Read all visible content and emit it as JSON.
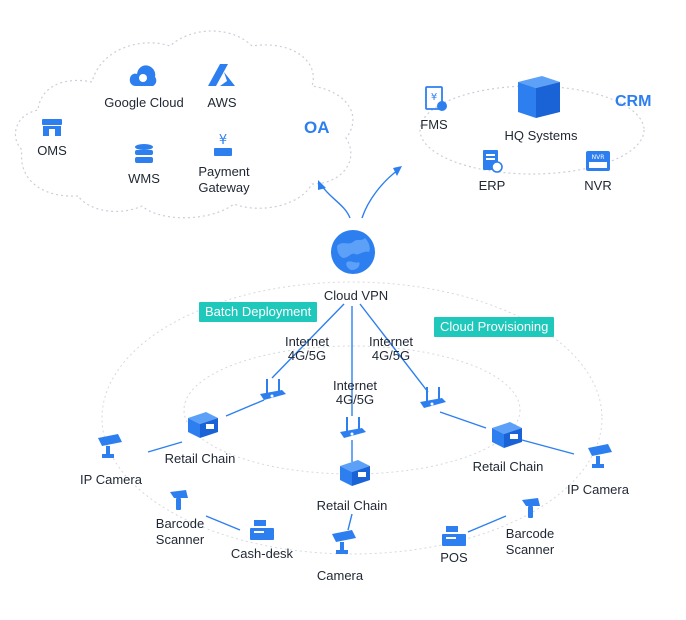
{
  "colors": {
    "accent": "#2d7ff0",
    "teal": "#1ec8bb",
    "dashed": "#c9cfd8",
    "ink": "#1f2733"
  },
  "cloud_group": {
    "name": "OA",
    "items": {
      "google_cloud": "Google Cloud",
      "aws": "AWS",
      "oms": "OMS",
      "wms": "WMS",
      "payment_gateway_1": "Payment",
      "payment_gateway_2": "Gateway"
    }
  },
  "hq_group": {
    "name": "CRM",
    "items": {
      "fms": "FMS",
      "hq_systems": "HQ Systems",
      "erp": "ERP",
      "nvr": "NVR"
    }
  },
  "center": {
    "label": "Cloud VPN"
  },
  "tags": {
    "batch": "Batch Deployment",
    "provisioning": "Cloud Provisioning"
  },
  "links": {
    "left_1": "Internet",
    "left_2": "4G/5G",
    "mid_1": "Internet",
    "mid_2": "4G/5G",
    "right_1": "Internet",
    "right_2": "4G/5G"
  },
  "edge": {
    "retail_left": "Retail Chain",
    "retail_center": "Retail Chain",
    "retail_right": "Retail Chain",
    "ip_camera_left": "IP Camera",
    "ip_camera_right": "IP Camera",
    "barcode_left_1": "Barcode",
    "barcode_left_2": "Scanner",
    "barcode_right_1": "Barcode",
    "barcode_right_2": "Scanner",
    "cash_desk": "Cash-desk",
    "camera": "Camera",
    "pos": "POS"
  },
  "icons": [
    "google-cloud-icon",
    "aws-icon",
    "store-icon",
    "database-icon",
    "payment-icon",
    "fms-icon",
    "server-icon",
    "erp-icon",
    "nvr-icon",
    "globe-icon",
    "router-icon",
    "retail-icon",
    "ip-camera-icon",
    "barcode-scanner-icon",
    "cash-register-icon",
    "camera-icon"
  ]
}
